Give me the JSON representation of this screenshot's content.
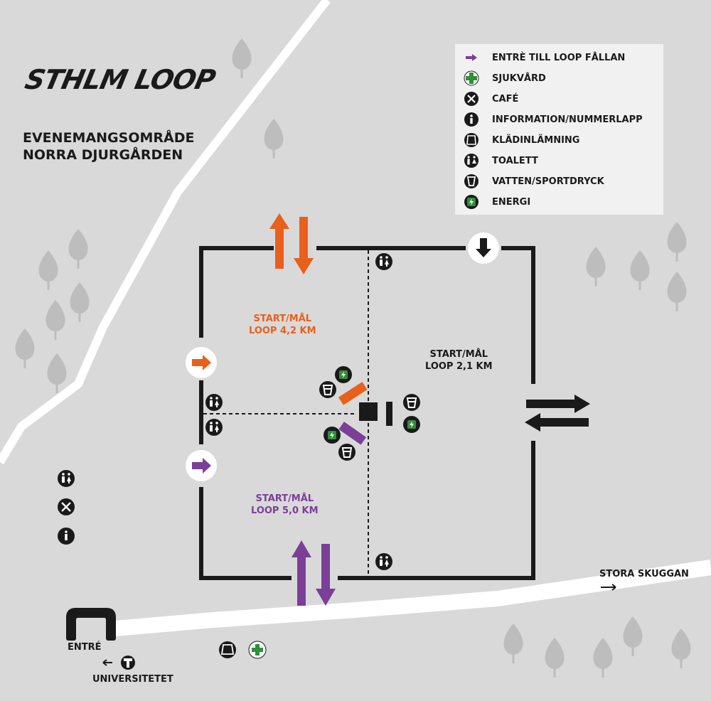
{
  "logo": {
    "text": "STHLM LOOP"
  },
  "title": {
    "line1": "EVENEMANGSOMRÅDE",
    "line2": "NORRA DJURGÅRDEN"
  },
  "legend": [
    {
      "icon": "purple-arrow-icon",
      "label": "ENTRÈ TILL LOOP FÅLLAN"
    },
    {
      "icon": "first-aid-icon",
      "label": "SJUKVÅRD"
    },
    {
      "icon": "cafe-icon",
      "label": "CAFÉ"
    },
    {
      "icon": "info-icon",
      "label": "INFORMATION/NUMMERLAPP"
    },
    {
      "icon": "clothes-icon",
      "label": "KLÄDINLÄMNING"
    },
    {
      "icon": "toilet-icon",
      "label": "TOALETT"
    },
    {
      "icon": "water-icon",
      "label": "VATTEN/SPORTDRYCK"
    },
    {
      "icon": "energy-icon",
      "label": "ENERGI"
    }
  ],
  "areas": {
    "loop42": {
      "line1": "START/MÅL",
      "line2": "LOOP 4,2 KM",
      "color": "#e8601c"
    },
    "loop21": {
      "line1": "START/MÅL",
      "line2": "LOOP 2,1 KM",
      "color": "#1a1a1a"
    },
    "loop50": {
      "line1": "START/MÅL",
      "line2": "LOOP 5,0 KM",
      "color": "#7b3f98"
    }
  },
  "places": {
    "stora_skuggan": "STORA SKUGGAN",
    "entre": "ENTRÉ",
    "universitetet": "UNIVERSITETET"
  },
  "colors": {
    "orange": "#e8601c",
    "purple": "#7b3f98",
    "black": "#1a1a1a",
    "green": "#2f8f3a",
    "ground": "#d9d9d9",
    "road": "#ffffff",
    "tree": "#bdbdbd"
  }
}
